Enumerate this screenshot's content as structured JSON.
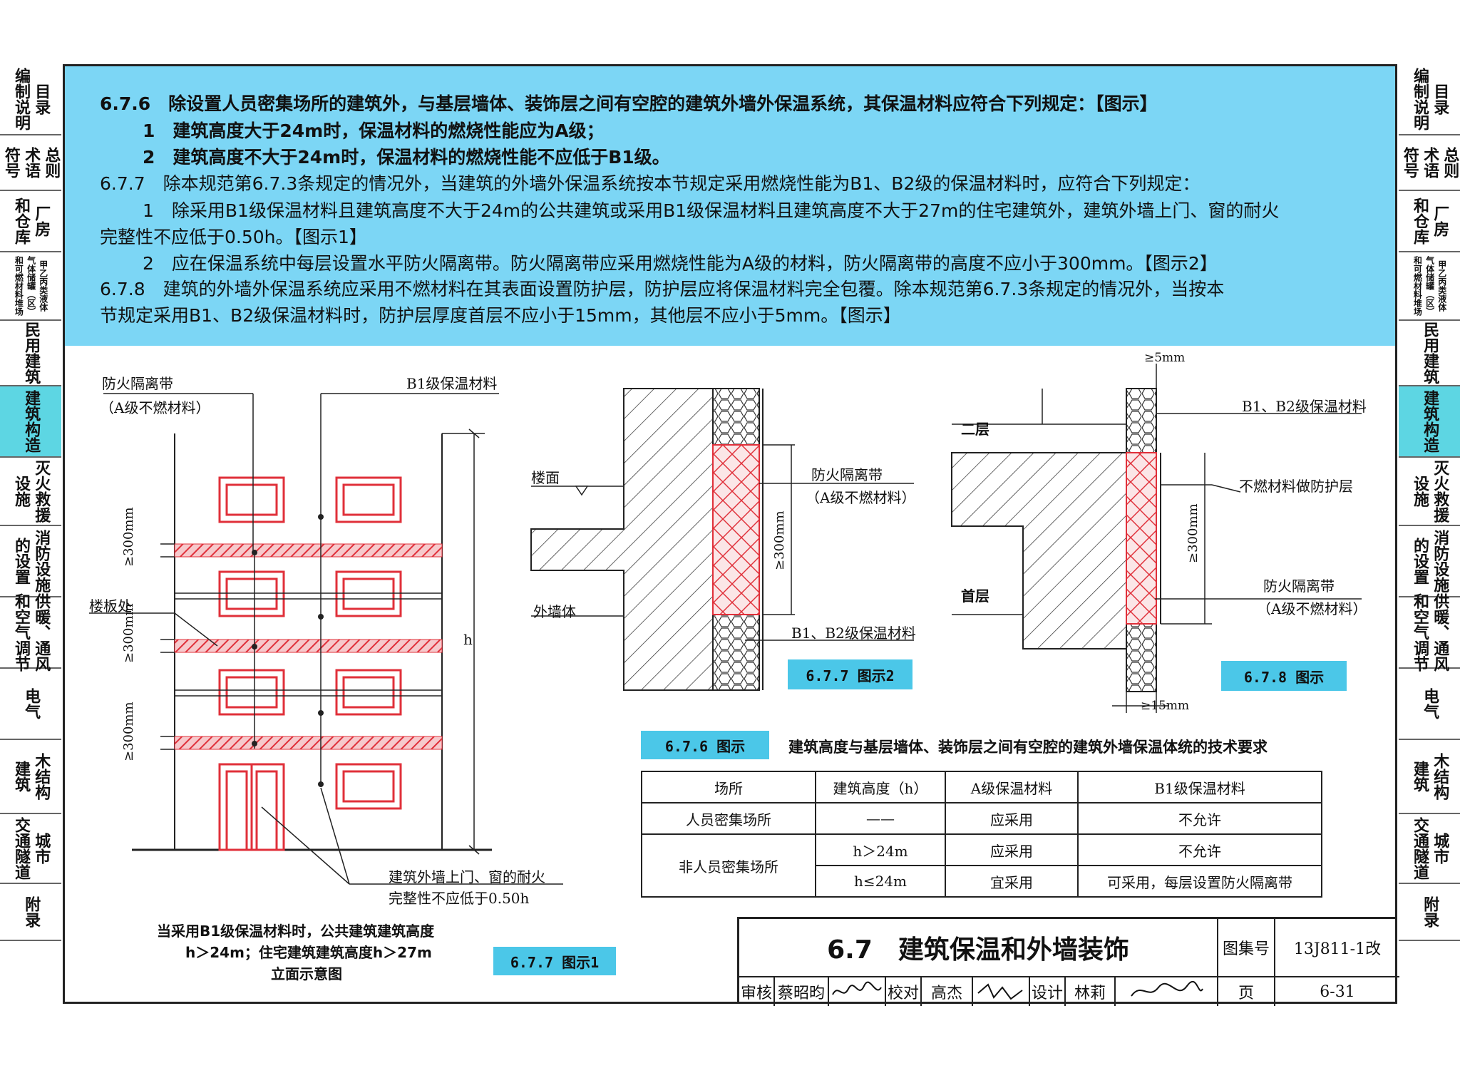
{
  "left_tabs": [
    {
      "cols": [
        "目录",
        "编制说明"
      ],
      "active": false
    },
    {
      "cols": [
        "总则",
        "术语",
        "符号"
      ],
      "active": false,
      "rows": true
    },
    {
      "cols": [
        "厂房",
        "和仓库"
      ],
      "active": false
    },
    {
      "cols": [
        "甲乙丙类液体",
        "气体储罐（区）",
        "和可燃材料堆场"
      ],
      "active": false,
      "small": true
    },
    {
      "cols": [
        "民用建筑"
      ],
      "active": false
    },
    {
      "cols": [
        "建筑构造"
      ],
      "active": true
    },
    {
      "cols": [
        "灭火救援",
        "设施"
      ],
      "active": false
    },
    {
      "cols": [
        "消防设施",
        "的设置"
      ],
      "active": false
    },
    {
      "cols": [
        "供暖、通风",
        "和空气调节"
      ],
      "active": false
    },
    {
      "cols": [
        "电气"
      ],
      "active": false
    },
    {
      "cols": [
        "木结构",
        "建筑"
      ],
      "active": false
    },
    {
      "cols": [
        "城市",
        "交通隧道"
      ],
      "active": false
    },
    {
      "cols": [
        "附录"
      ],
      "active": false
    }
  ],
  "clauses": {
    "c676": "6.7.6　除设置人员密集场所的建筑外，与基层墙体、装饰层之间有空腔的建筑外墙外保温系统，其保温材料应符合下列规定：【图示】",
    "c676_1": "1　建筑高度大于24m时，保温材料的燃烧性能应为A级；",
    "c676_2": "2　建筑高度不大于24m时，保温材料的燃烧性能不应低于B1级。",
    "c677": "6.7.7　除本规范第6.7.3条规定的情况外，当建筑的外墙外保温系统按本节规定采用燃烧性能为B1、B2级的保温材料时，应符合下列规定：",
    "c677_1a": "1　除采用B1级保温材料且建筑高度不大于24m的公共建筑或采用B1级保温材料且建筑高度不大于27m的住宅建筑外，建筑外墙上门、窗的耐火",
    "c677_1b": "完整性不应低于0.50h。【图示1】",
    "c677_2": "2　应在保温系统中每层设置水平防火隔离带。防火隔离带应采用燃烧性能为A级的材料，防火隔离带的高度不应小于300mm。【图示2】",
    "c678a": "6.7.8　建筑的外墙外保温系统应采用不燃材料在其表面设置防护层，防护层应将保温材料完全包覆。除本规范第6.7.3条规定的情况外，当按本",
    "c678b": "节规定采用B1、B2级保温材料时，防护层厚度首层不应小于15mm，其他层不应小于5mm。【图示】"
  },
  "fig1": {
    "label_fire_band": "防火隔离带",
    "label_fire_band_sub": "（A级不燃材料）",
    "label_b1": "B1级保温材料",
    "label_floor": "楼板处",
    "dim_300": "≥300mm",
    "dim_h": "h",
    "label_door": "建筑外墙上门、窗的耐火",
    "label_door2": "完整性不应低于0.50h",
    "caption1": "当采用B1级保温材料时，公共建筑建筑高度",
    "caption2": "h＞24m；住宅建筑建筑高度h＞27m",
    "caption3": "立面示意图",
    "tag": "6.7.7 图示1"
  },
  "fig2": {
    "label_floor": "楼面",
    "label_wall": "外墙体",
    "label_band": "防火隔离带",
    "label_band_sub": "（A级不燃材料）",
    "label_b1b2": "B1、B2级保温材料",
    "dim_300": "≥300mm",
    "tag": "6.7.7 图示2"
  },
  "fig3": {
    "dim_top": "≥5mm",
    "dim_bottom": "≥15mm",
    "label_second": "二层",
    "label_first": "首层",
    "label_b1b2": "B1、B2级保温材料",
    "label_protect": "不燃材料做防护层",
    "label_band": "防火隔离带",
    "label_band_sub": "（A级不燃材料）",
    "dim_300": "≥300mm",
    "tag": "6.7.8 图示"
  },
  "table": {
    "tag": "6.7.6 图示",
    "title": "建筑高度与基层墙体、装饰层之间有空腔的建筑外墙保温体统的技术要求",
    "headers": [
      "场所",
      "建筑高度（h）",
      "A级保温材料",
      "B1级保温材料"
    ],
    "row1": [
      "人员密集场所",
      "——",
      "应采用",
      "不允许"
    ],
    "row2_place": "非人员密集场所",
    "row2a": [
      "h＞24m",
      "应采用",
      "不允许"
    ],
    "row2b": [
      "h≤24m",
      "宜采用",
      "可采用，每层设置防火隔离带"
    ]
  },
  "titleblock": {
    "title": "6.7　建筑保温和外墙装饰",
    "atlas_label": "图集号",
    "atlas_no": "13J811-1改",
    "review_label": "审核",
    "reviewer": "蔡昭昀",
    "check_label": "校对",
    "checker": "高杰",
    "design_label": "设计",
    "designer": "林莉",
    "page_label": "页",
    "page_no": "6-31"
  },
  "colors": {
    "blue_panel": "#7cd6f5",
    "tag_blue": "#4bc7e8",
    "active_tab": "#5dd6e3",
    "insulation_red": "#e0303a"
  }
}
